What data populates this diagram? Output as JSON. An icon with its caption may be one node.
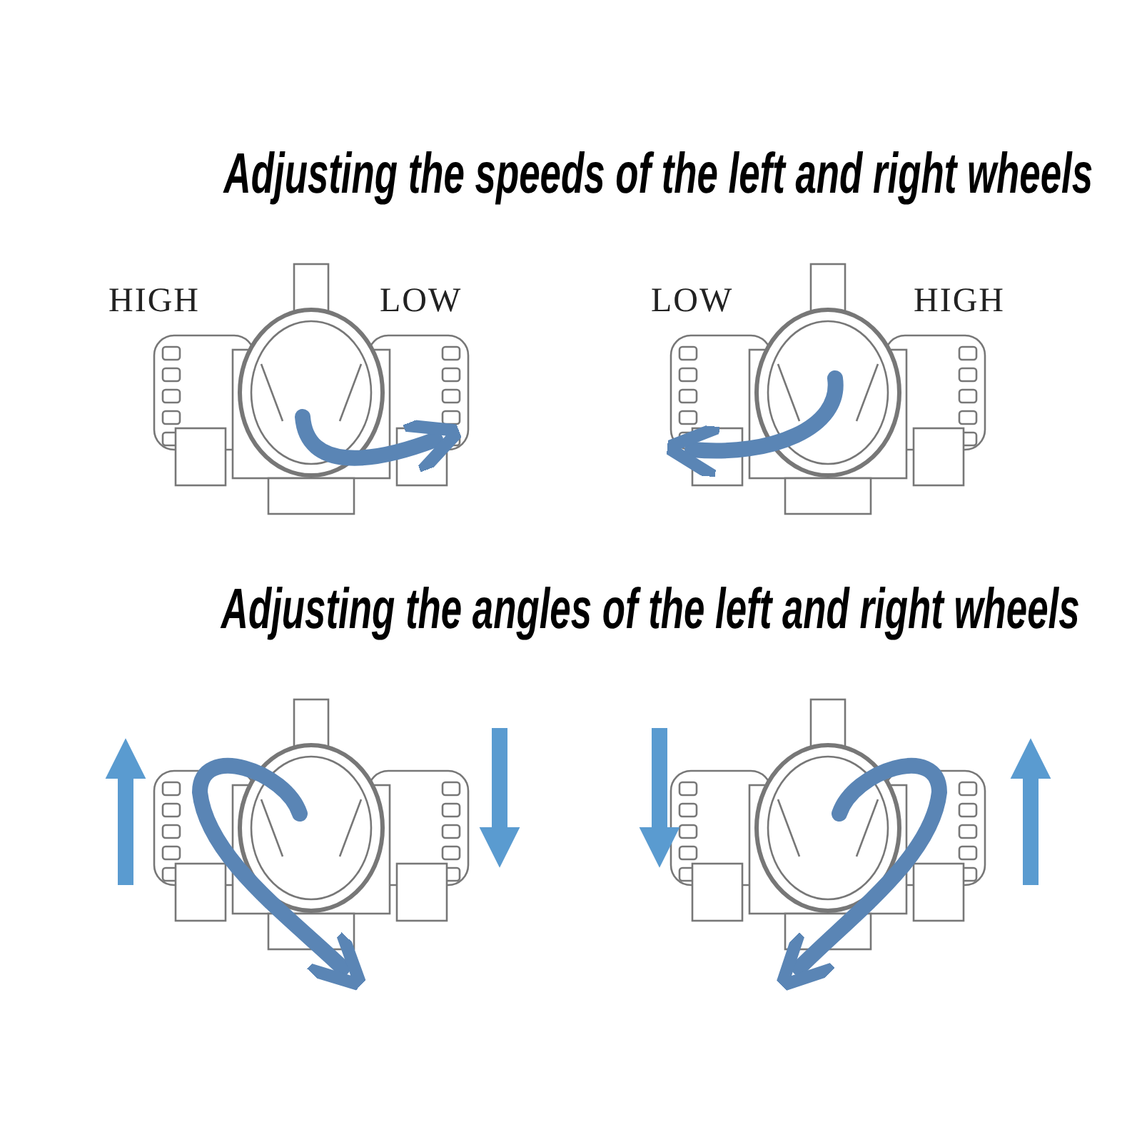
{
  "diagram": {
    "labels": [
      "Adjusting the speeds of the left and right wheels",
      "HIGH",
      "LOW",
      "LOW",
      "HIGH",
      "Adjusting the angles of the left and right wheels"
    ]
  }
}
